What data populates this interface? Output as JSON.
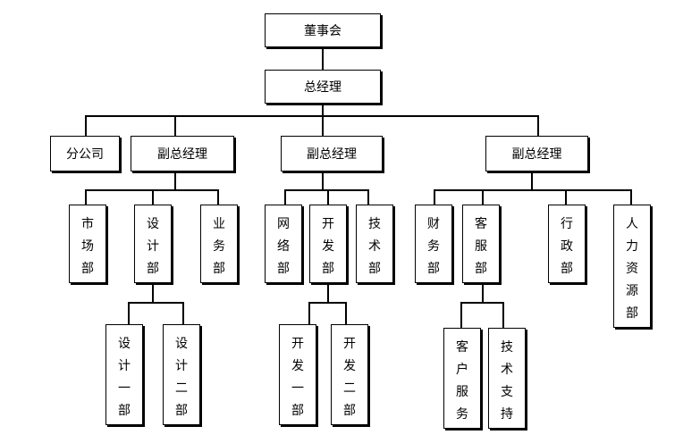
{
  "org_chart": {
    "board": "董事会",
    "general_manager": "总经理",
    "branch": "分公司",
    "vp_left": {
      "title": "副总经理",
      "market": "市场部",
      "design": "设计部",
      "business": "业务部",
      "design_one": "设计一部",
      "design_two": "设计二部"
    },
    "vp_middle": {
      "title": "副总经理",
      "network": "网络部",
      "development": "开发部",
      "technology": "技术部",
      "dev_one": "开发一部",
      "dev_two": "开发二部"
    },
    "vp_right": {
      "title": "副总经理",
      "finance": "财务部",
      "customer": "客服部",
      "admin": "行政部",
      "hr": "人力资源部",
      "customer_service": "客户服务",
      "tech_support": "技术支持"
    }
  }
}
